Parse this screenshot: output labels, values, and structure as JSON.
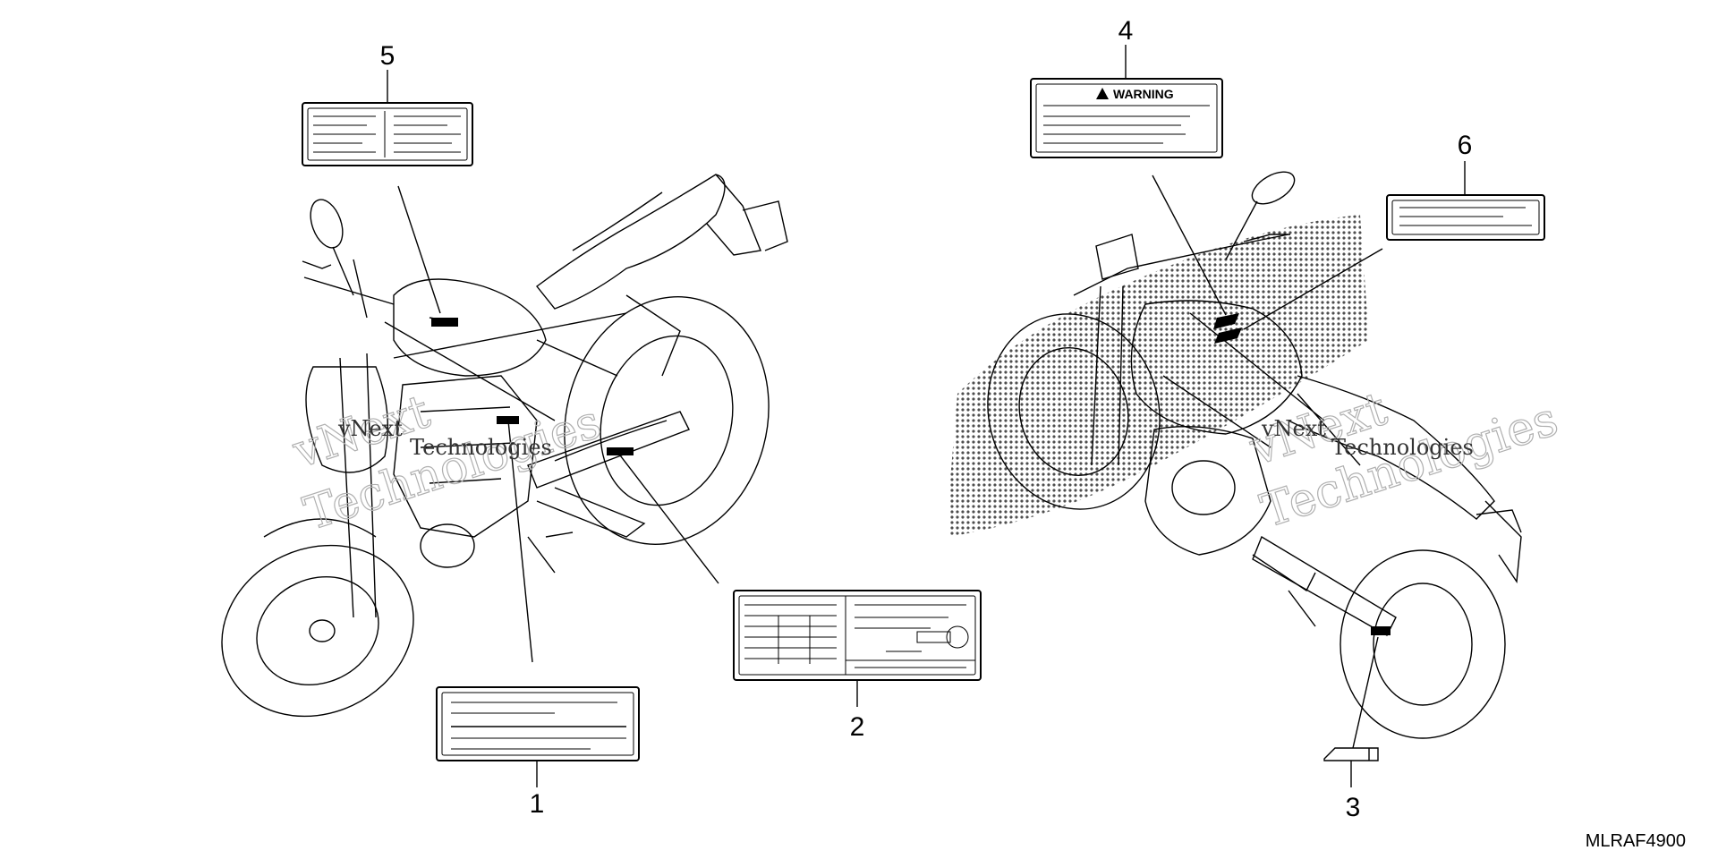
{
  "diagram": {
    "code": "MLRAF4900",
    "watermark": [
      "vNext",
      "Technologies"
    ],
    "callouts": [
      {
        "id": "1",
        "label": "1"
      },
      {
        "id": "2",
        "label": "2"
      },
      {
        "id": "3",
        "label": "3"
      },
      {
        "id": "4",
        "label": "4"
      },
      {
        "id": "5",
        "label": "5"
      },
      {
        "id": "6",
        "label": "6"
      }
    ],
    "labels": {
      "warning": "WARNING"
    }
  },
  "colors": {
    "line": "#000000",
    "background": "#ffffff",
    "watermark": "#b0b0b0"
  }
}
